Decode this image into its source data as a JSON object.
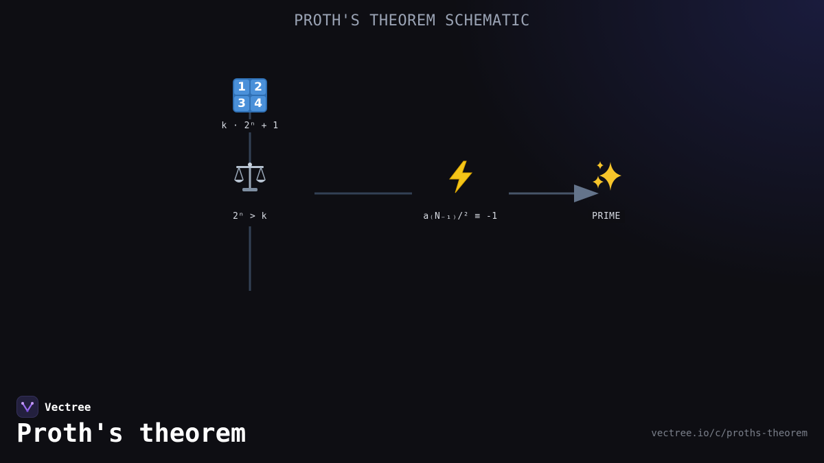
{
  "title": "PROTH'S THEOREM SCHEMATIC",
  "nodes": [
    {
      "id": "input",
      "icon": "input-numbers-icon",
      "label": "k · 2ⁿ + 1"
    },
    {
      "id": "condition",
      "icon": "balance-scale-icon",
      "label": "2ⁿ > k"
    },
    {
      "id": "test",
      "icon": "lightning-icon",
      "label": "a₍N₋₁₎/² ≡ -1"
    },
    {
      "id": "result",
      "icon": "sparkles-icon",
      "label": "PRIME"
    }
  ],
  "brand": {
    "name": "Vectree",
    "logo_icon": "vectree-logo-icon"
  },
  "footer": {
    "title": "Proth's theorem",
    "url": "vectree.io/c/proths-theorem"
  },
  "colors": {
    "background": "#0e0e13",
    "wire": "#334155",
    "arrow": "#64748b",
    "title": "#9aa3b4"
  }
}
